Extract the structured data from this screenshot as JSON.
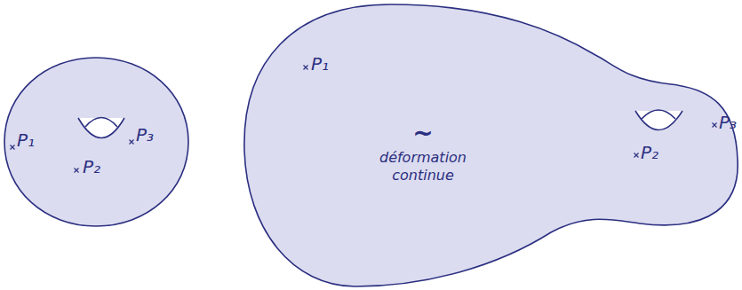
{
  "diagram": {
    "nodes": [
      {
        "text": [
          "P₁",
          "P₂",
          "P₃"
        ]
      },
      {
        "text": [
          "P₁",
          "P₂",
          "P₃"
        ]
      }
    ],
    "labels": [
      "~",
      "déformation continue"
    ]
  }
}
